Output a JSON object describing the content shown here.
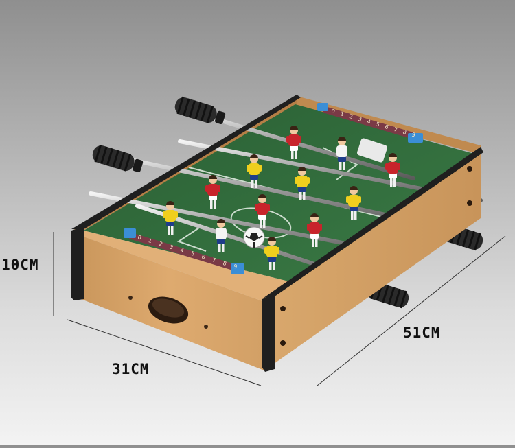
{
  "dimensions": {
    "height": "10CM",
    "width": "31CM",
    "length": "51CM"
  },
  "score_counters": {
    "front": [
      "0",
      "1",
      "2",
      "3",
      "4",
      "5",
      "6",
      "7",
      "8",
      "9"
    ],
    "back": [
      "0",
      "1",
      "2",
      "3",
      "4",
      "5",
      "6",
      "7",
      "8",
      "9"
    ]
  },
  "colors": {
    "wood": "#d8a468",
    "wood_dark": "#b7824a",
    "field": "#2f6b3a",
    "team_red": "#c8242b",
    "team_yellow": "#f0cf1e",
    "edge_black": "#1f1f1f",
    "handle": "#2a2a2a",
    "counter_bg": "#7a3a46"
  }
}
